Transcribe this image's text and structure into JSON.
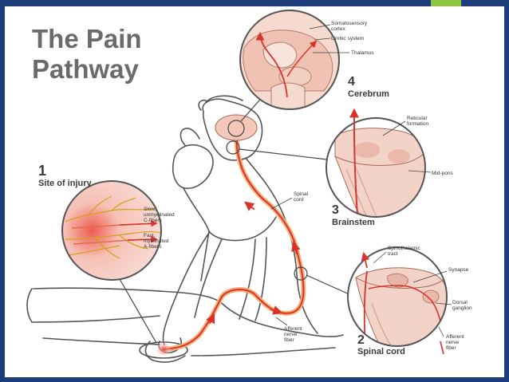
{
  "title": {
    "line1": "The Pain",
    "line2": "Pathway"
  },
  "stages": [
    {
      "number": "1",
      "label": "Site of injury"
    },
    {
      "number": "2",
      "label": "Spinal cord"
    },
    {
      "number": "3",
      "label": "Brainstem"
    },
    {
      "number": "4",
      "label": "Cerebrum"
    }
  ],
  "callouts": {
    "somatosensory_1": "Somatosensory",
    "somatosensory_2": "cortex",
    "limbic": "Limbic system",
    "thalamus": "Thalamus",
    "reticular_1": "Reticular",
    "reticular_2": "formation",
    "midpons": "Mid-pons",
    "spinal_cord_1": "Spinal",
    "spinal_cord_2": "cord",
    "slow_1": "Slow,",
    "slow_2": "unmyelinated",
    "slow_3": "C-fibers",
    "fast_1": "Fast,",
    "fast_2": "myelinated",
    "fast_3": "A-fibers",
    "spinothalamic_1": "Spinothalamic",
    "spinothalamic_2": "tract",
    "synapse": "Synapse",
    "dorsal_1": "Dorsal",
    "dorsal_2": "ganglion",
    "afferent_fiber_1": "Afferent",
    "afferent_fiber_2": "nerve",
    "afferent_fiber_3": "fiber",
    "afferent_spinal_1": "Afferent",
    "afferent_spinal_2": "nerve",
    "afferent_spinal_3": "fiber"
  },
  "colors": {
    "frame": "#1e3d7a",
    "accent": "#8cc63e",
    "pathway": "#e0563a",
    "fiber": "#d4a017",
    "tissue": "#f3d6cc"
  }
}
